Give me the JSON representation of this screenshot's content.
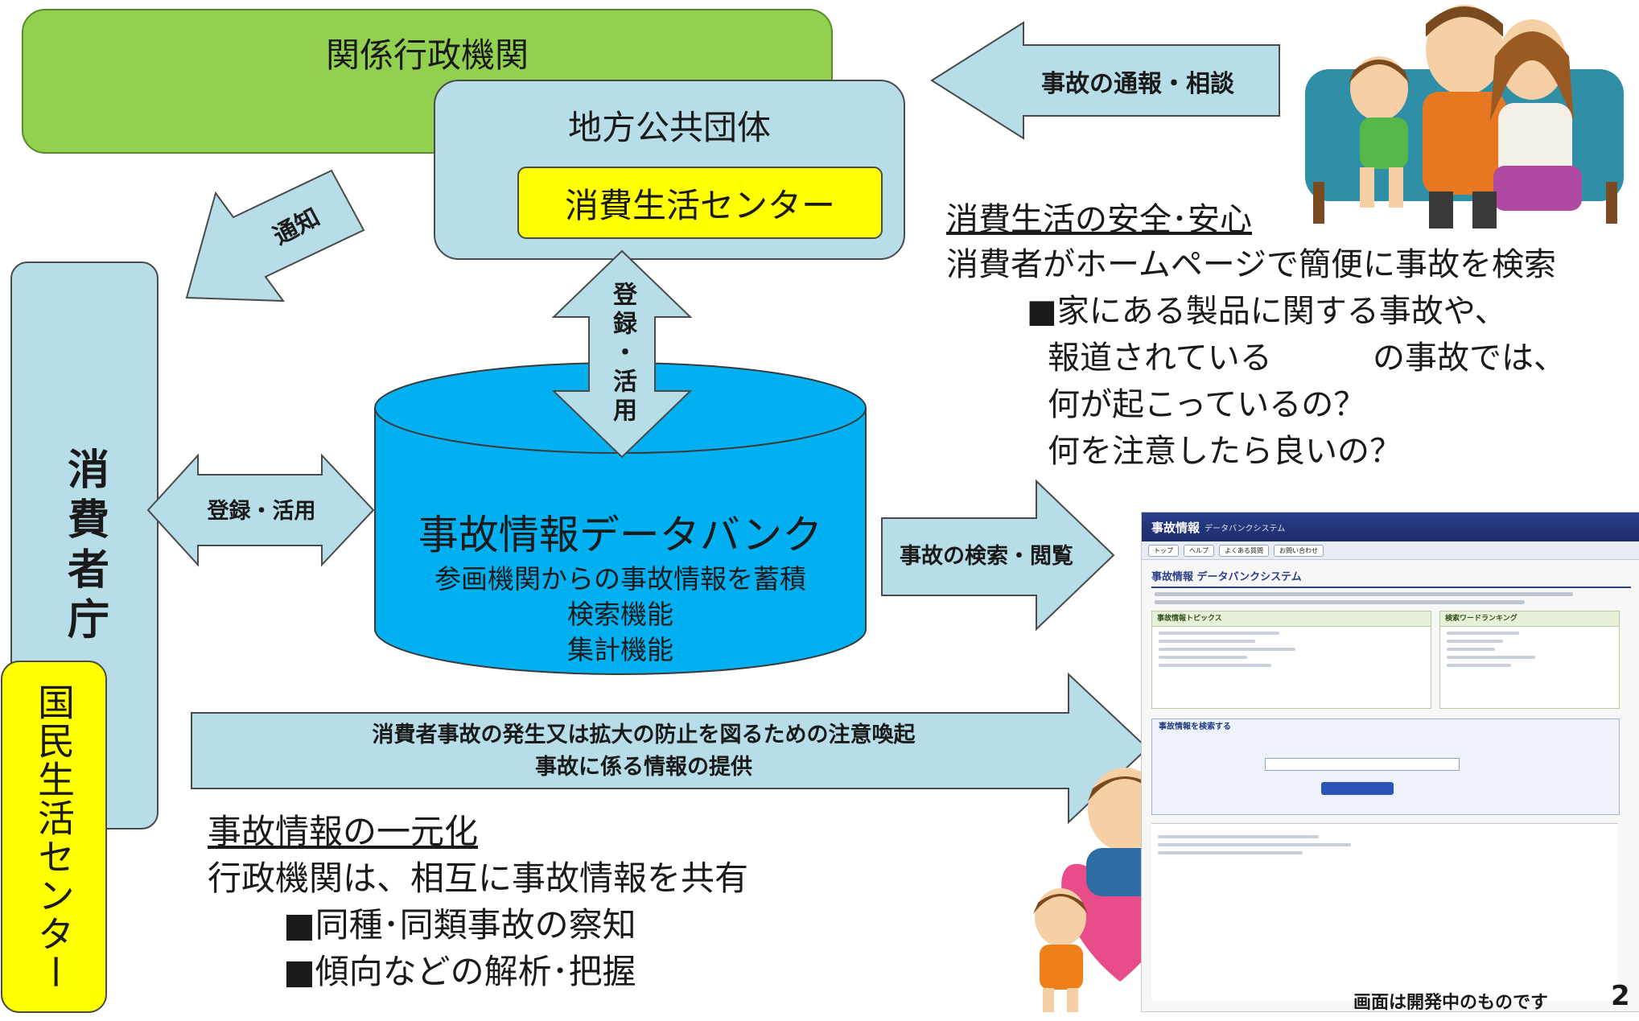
{
  "boxes": {
    "related_agencies": "関係行政機関",
    "local_government": "地方公共団体",
    "consumer_center_inner": "消費生活センター",
    "consumer_agency": "消費者庁",
    "national_center": "国民生活センター",
    "database_title": "事故情報データバンク",
    "database_lines": [
      "参画機関からの事故情報を蓄積",
      "検索機能",
      "集計機能"
    ]
  },
  "arrows": {
    "report_consult": "事故の通報・相談",
    "notify": "通知",
    "register_use_vertical": "登録・活用",
    "register_use_horizontal": "登録・活用",
    "search_browse": "事故の検索・閲覧",
    "warning_line1": "消費者事故の発生又は拡大の防止を図るための注意喚起",
    "warning_line2": "事故に係る情報の提供"
  },
  "right_text": {
    "heading": "消費生活の安全･安心",
    "line1": "消費者がホームページで簡便に事故を検索",
    "bullet1": "■家にある製品に関する事故や、",
    "line2a": "報道されている",
    "line2b": "の事故では、",
    "line3": "何が起こっているの？",
    "line4": "何を注意したら良いの？"
  },
  "bottom_text": {
    "heading": "事故情報の一元化",
    "line1": "行政機関は、相互に事故情報を共有",
    "bullet1": "■同種･同類事故の察知",
    "bullet2": "■傾向などの解析･把握"
  },
  "screenshot": {
    "header_title": "事故情報",
    "header_sub": "データバンクシステム",
    "nav": [
      "トップ",
      "ヘルプ",
      "よくある質問",
      "お問い合わせ"
    ],
    "page_title": "事故情報 データバンクシステム",
    "panel1_title": "事故情報トピックス",
    "panel2_title": "検索ワードランキング",
    "search_title": "事故情報を検索する"
  },
  "footer": {
    "note": "画面は開発中のものです",
    "page_number": "2"
  },
  "colors": {
    "green_box": "#92d050",
    "light_teal": "#b7dde8",
    "yellow": "#ffff00",
    "database_blue": "#00b0f0"
  }
}
